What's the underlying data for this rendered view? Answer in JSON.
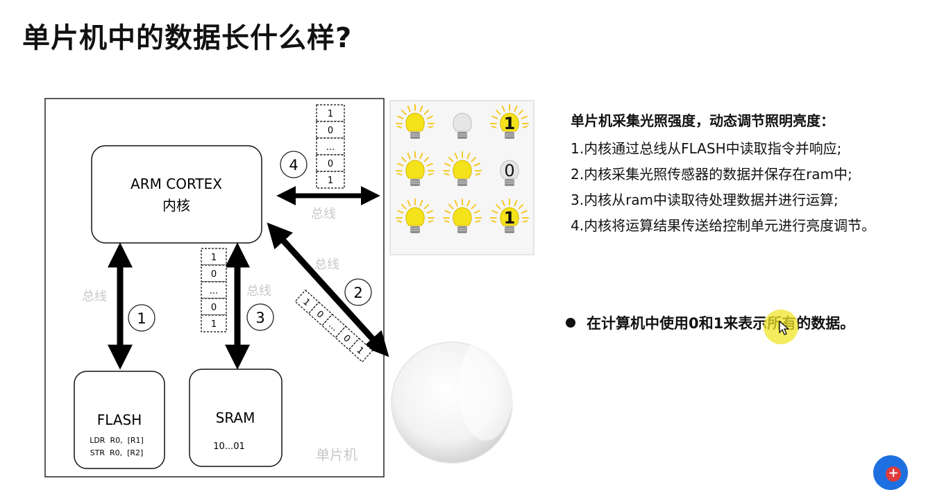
{
  "title": "单片机中的数据长什么样?",
  "diagram": {
    "core": {
      "line1": "ARM CORTEX",
      "line2": "内核"
    },
    "flash": {
      "label": "FLASH",
      "code1": "LDR  R0,  [R1]",
      "code2": "STR  R0,  [R2]"
    },
    "sram": {
      "label": "SRAM",
      "value": "10...01"
    },
    "chip_label": "单片机",
    "bus_label": "总线",
    "step_numbers": [
      "1",
      "2",
      "3",
      "4"
    ],
    "bit_stack": [
      "1",
      "0",
      "...",
      "0",
      "1"
    ],
    "bulbs": [
      {
        "state": "on",
        "digit": ""
      },
      {
        "state": "off",
        "digit": ""
      },
      {
        "state": "on",
        "digit": "1"
      },
      {
        "state": "on",
        "digit": ""
      },
      {
        "state": "on",
        "digit": ""
      },
      {
        "state": "off",
        "digit": "0"
      },
      {
        "state": "on",
        "digit": ""
      },
      {
        "state": "on",
        "digit": ""
      },
      {
        "state": "on",
        "digit": "1"
      }
    ],
    "colors": {
      "bulb_on": "#f4e21a",
      "bulb_glow": "#f6c928",
      "bulb_off": "#e6e6e6",
      "arrow": "#000000"
    }
  },
  "right_panel": {
    "heading": "单片机采集光照强度，动态调节照明亮度：",
    "steps": [
      "1.内核通过总线从FLASH中读取指令并响应;",
      "2.内核采集光照传感器的数据并保存在ram中;",
      "3.内核从ram中读取待处理数据并进行运算;",
      "4.内核将运算结果传送给控制单元进行亮度调节。"
    ]
  },
  "bullet": "在计算机中使用0和1来表示所有的数据。"
}
